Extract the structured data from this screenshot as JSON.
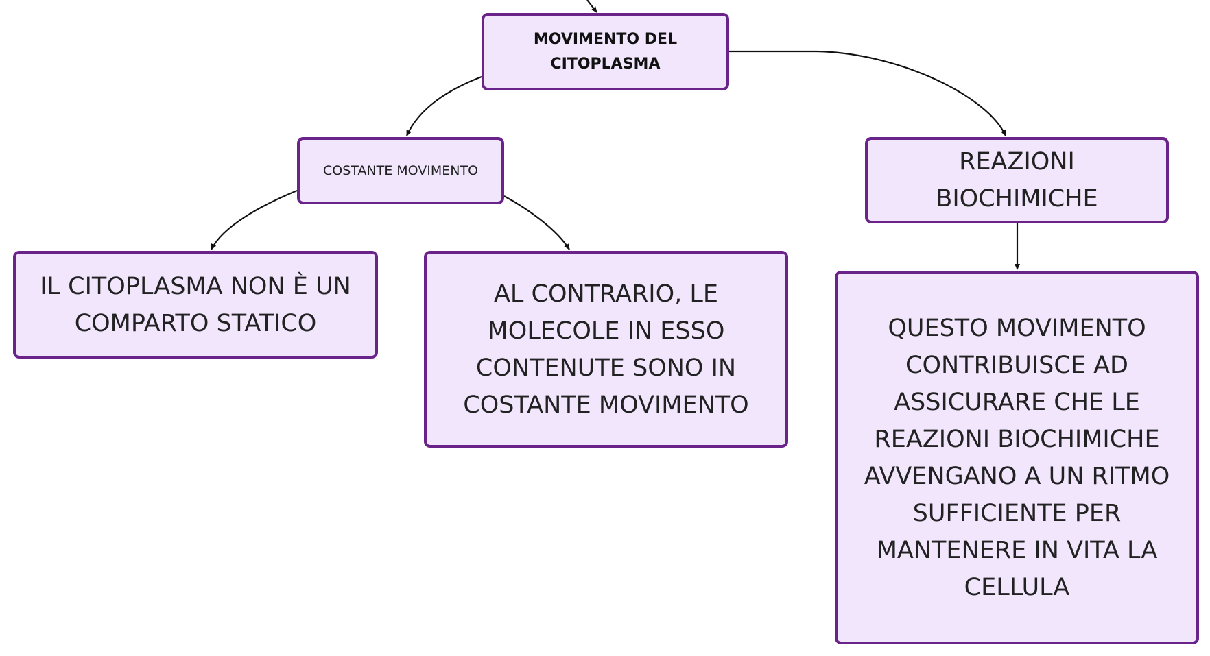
{
  "diagram": {
    "colors": {
      "node_fill": "#f2e6fd",
      "node_border": "#6a2389",
      "text": "#222222",
      "connector": "#111111"
    },
    "nodes": {
      "root": {
        "label": "MOVIMENTO DEL CITOPLASMA"
      },
      "costante": {
        "label": "COSTANTE MOVIMENTO"
      },
      "reazioni": {
        "label": "REAZIONI BIOCHIMICHE"
      },
      "statico": {
        "label": "IL CITOPLASMA NON È UN COMPARTO STATICO"
      },
      "contrario": {
        "label": "AL CONTRARIO, LE MOLECOLE IN ESSO CONTENUTE SONO IN COSTANTE MOVIMENTO"
      },
      "questo": {
        "label": "QUESTO MOVIMENTO CONTRIBUISCE AD ASSICURARE CHE LE REAZIONI BIOCHIMICHE AVVENGANO A UN RITMO SUFFICIENTE PER MANTENERE IN VITA LA CELLULA"
      }
    },
    "edges": [
      {
        "from": "root",
        "to": "costante"
      },
      {
        "from": "root",
        "to": "reazioni"
      },
      {
        "from": "costante",
        "to": "statico"
      },
      {
        "from": "costante",
        "to": "contrario"
      },
      {
        "from": "reazioni",
        "to": "questo"
      }
    ]
  }
}
